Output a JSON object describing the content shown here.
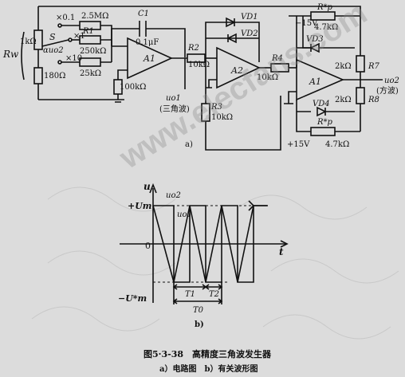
{
  "labels": {
    "rw": "Rw",
    "r_1k": "1kΩ",
    "switch_s": "S",
    "alpha_uo2": "αuo2",
    "r_180": "180Ω",
    "x01": "×0.1",
    "x1": "×1",
    "x10": "×10",
    "r_25m": "2.5MΩ",
    "r1": "R1",
    "r_250k": "250kΩ",
    "r_25k": "25kΩ",
    "c1": "C1",
    "c1_val": "0.1μF",
    "a1_left": "A1",
    "r_100k": "100kΩ",
    "r2": "R2",
    "r2_val": "10kΩ",
    "uo1": "uo1",
    "triangle_wave": "(三角波)",
    "vd1": "VD1",
    "vd2": "VD2",
    "a2": "A2",
    "r3": "R3",
    "r3_val": "10kΩ",
    "r4": "R4",
    "r4_val": "10kΩ",
    "a1_right": "A1",
    "v_minus15": "−15V",
    "rp_top": "R*p",
    "r_47k_top": "4.7kΩ",
    "vd3": "VD3",
    "r7_val": "2kΩ",
    "r7": "R7",
    "r8_val": "2kΩ",
    "r8": "R8",
    "uo2": "uo2",
    "square_wave": "(方波)",
    "vd4": "VD4",
    "rp_bottom": "R*p",
    "v_plus15": "+15V",
    "r_47k_bottom": "4.7kΩ",
    "sub_a": "a)",
    "axis_u": "u",
    "axis_t": "t",
    "wave_uo2": "uo2",
    "wave_uo1": "uo1",
    "plus_um": "+Um",
    "minus_um": "−U*m",
    "origin": "0",
    "t1": "T1",
    "t2": "T2",
    "t0": "T0",
    "sub_b": "b)",
    "caption_title": "图5·3-38　高精度三角波发生器",
    "caption_sub": "a）电路图　b）有关波形图",
    "watermark": "www.elecfans.com"
  }
}
